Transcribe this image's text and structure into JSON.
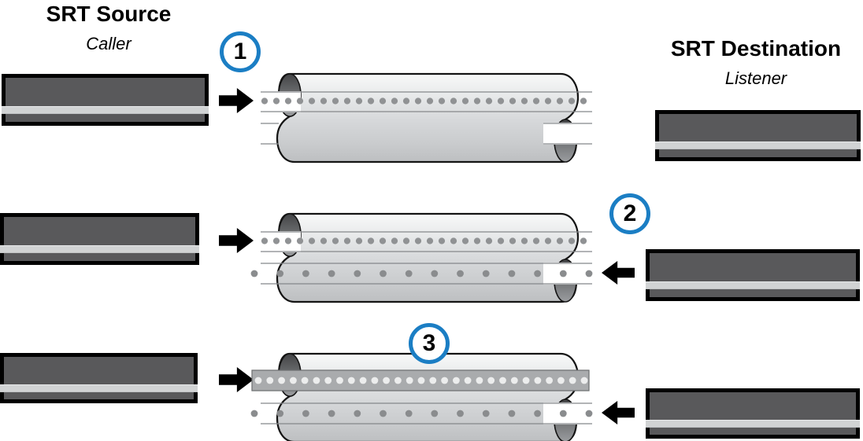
{
  "source": {
    "title": "SRT Source",
    "subtitle": "Caller"
  },
  "destination": {
    "title": "SRT Destination",
    "subtitle": "Listener"
  },
  "steps": [
    {
      "badge": "1",
      "top_lane": "handshake-packets",
      "top_direction": "right",
      "bottom_lane": "empty",
      "bottom_direction": "none"
    },
    {
      "badge": "2",
      "top_lane": "handshake-packets",
      "top_direction": "right",
      "bottom_lane": "response-packets",
      "bottom_direction": "left"
    },
    {
      "badge": "3",
      "top_lane": "media-stream",
      "top_direction": "right",
      "bottom_lane": "response-packets",
      "bottom_direction": "left"
    }
  ],
  "colors": {
    "badge_ring": "#1b7ec4",
    "tube_outline": "#141414",
    "tube_top": "#f8f9f9",
    "tube_upper": "#e4e6e7",
    "tube_mid": "#d5d7d9",
    "tube_lower": "#c9cbcd",
    "tube_bottom": "#bdbfc1",
    "port_dark": "#434446",
    "port_light": "#9b9da0",
    "lane_line": "#85878a",
    "dense_dot": "#909294",
    "sparse_dot": "#8a8c8e",
    "band_fill": "#a9abad",
    "band_edge": "#6b6d6f",
    "band_dot": "#eceded",
    "device_fill": "#59595b",
    "device_stripe": "#d1d3d4",
    "arrow": "#000000"
  }
}
